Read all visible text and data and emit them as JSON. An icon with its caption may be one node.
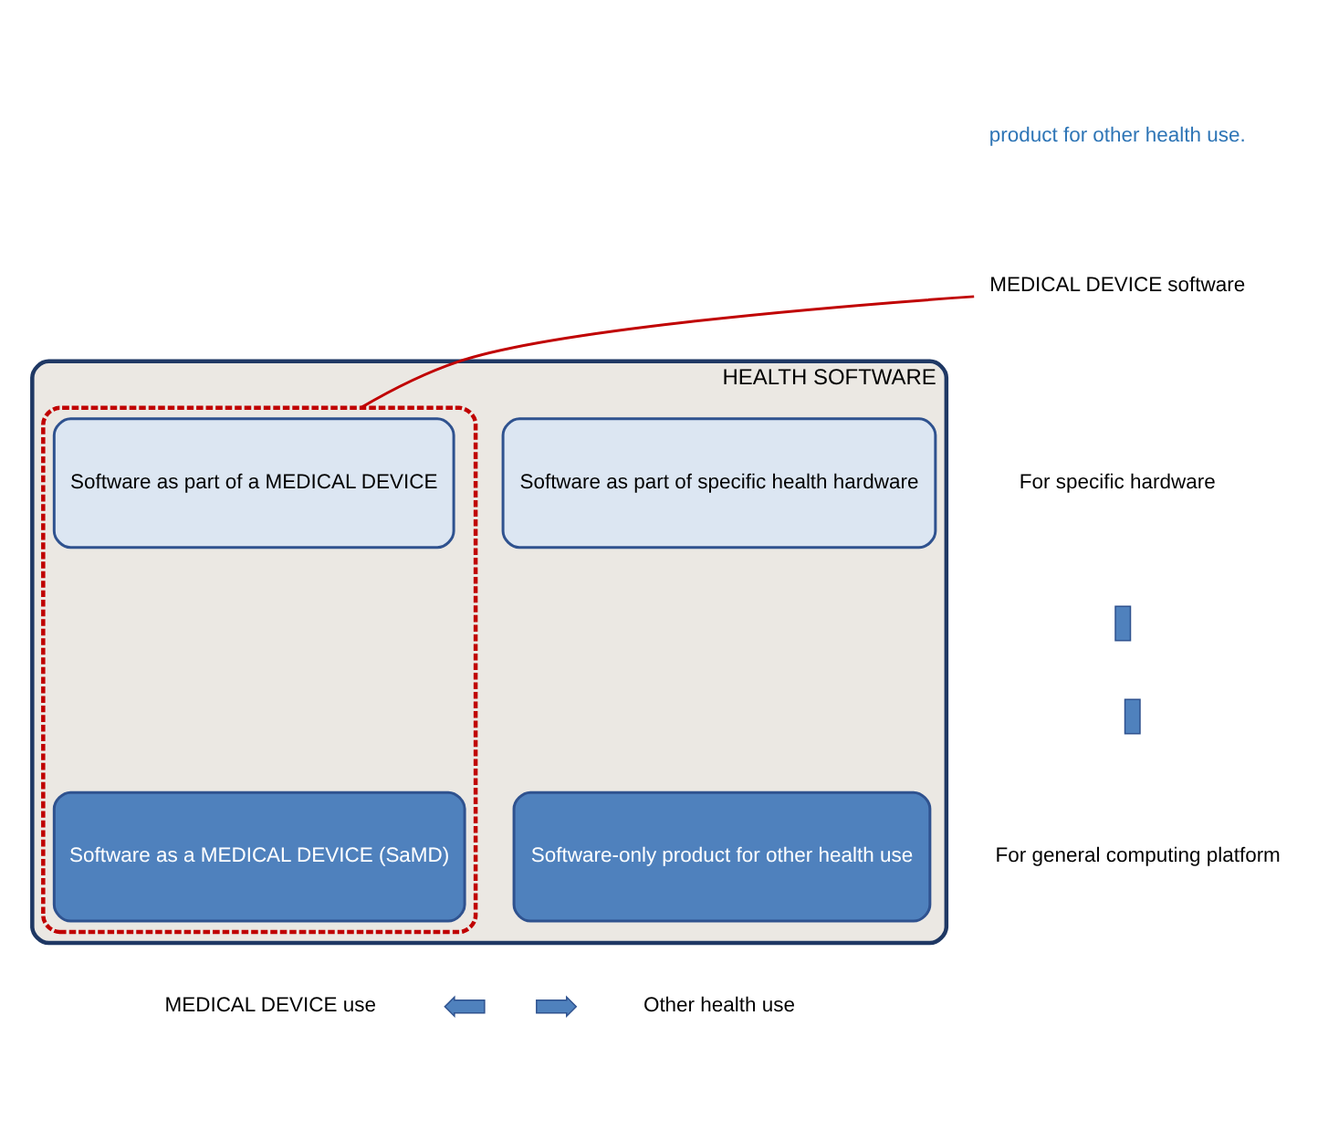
{
  "diagram": {
    "nodes": [
      {
        "text": [
          "HEALTH SOFTWARE"
        ]
      },
      {
        "text": [],
        "shape": "box",
        "in": 0
      },
      {
        "text": [
          "Software as part of a MEDICAL DEVICE"
        ],
        "in": 1
      },
      {
        "text": [
          "Software as part of specific health hardware"
        ],
        "in": 0
      },
      {
        "text": [
          "Software as a MEDICAL DEVICE (SaMD)"
        ],
        "in": 1
      },
      {
        "text": [
          "Software-only product for other health use"
        ],
        "in": 0
      },
      {
        "text": [
          "MEDICAL DEVICE software"
        ]
      }
    ],
    "edges": [
      {
        "from": 6,
        "to": 1,
        "arrow": "none"
      }
    ],
    "labels": [
      "product for other health use.",
      "For specific hardware",
      "For general computing platform",
      "MEDICAL DEVICE use",
      "Other health use"
    ]
  }
}
